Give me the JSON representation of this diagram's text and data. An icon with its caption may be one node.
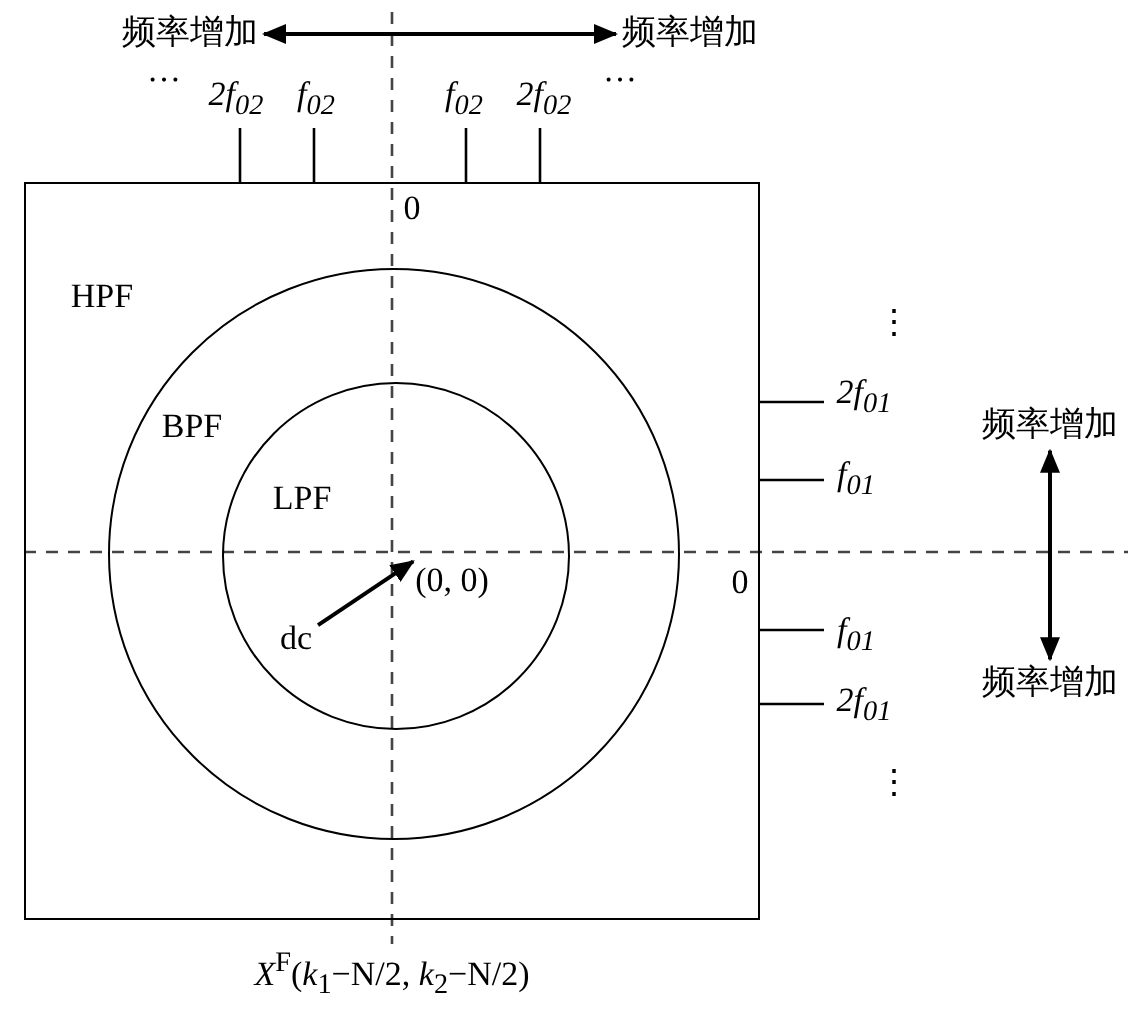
{
  "diagram": {
    "nodes": [
      {
        "text": [
          "HPF"
        ]
      },
      {
        "text": [
          "BPF"
        ],
        "in": 0
      },
      {
        "text": [
          "LPF"
        ],
        "in": 1
      },
      {
        "text": [
          "(0, 0)"
        ],
        "in": 2
      },
      {
        "text": [
          "dc"
        ],
        "in": 2
      },
      {
        "text": [
          "频率增加"
        ]
      },
      {
        "text": [
          "频率增加"
        ]
      },
      {
        "text": [
          "频率增加"
        ]
      },
      {
        "text": [
          "频率增加"
        ]
      }
    ],
    "edges": [
      {
        "from": 4,
        "to": 3,
        "arrow": "to"
      },
      {
        "from": 5,
        "to": 6,
        "arrow": "both"
      },
      {
        "from": 7,
        "to": 8,
        "arrow": "both"
      }
    ],
    "labels": [
      "…",
      "2f$_{02}$",
      "f$_{02}$",
      "f$_{02}$",
      "2f$_{02}$",
      "…",
      "0",
      "⋮",
      "2f$_{01}$",
      "f$_{01}$",
      "0",
      "f$_{01}$",
      "2f$_{01}$",
      "⋮",
      "*X*$^{F}$(*k*$_{1}$−N/2, *k*$_{2}$−N/2)"
    ]
  }
}
